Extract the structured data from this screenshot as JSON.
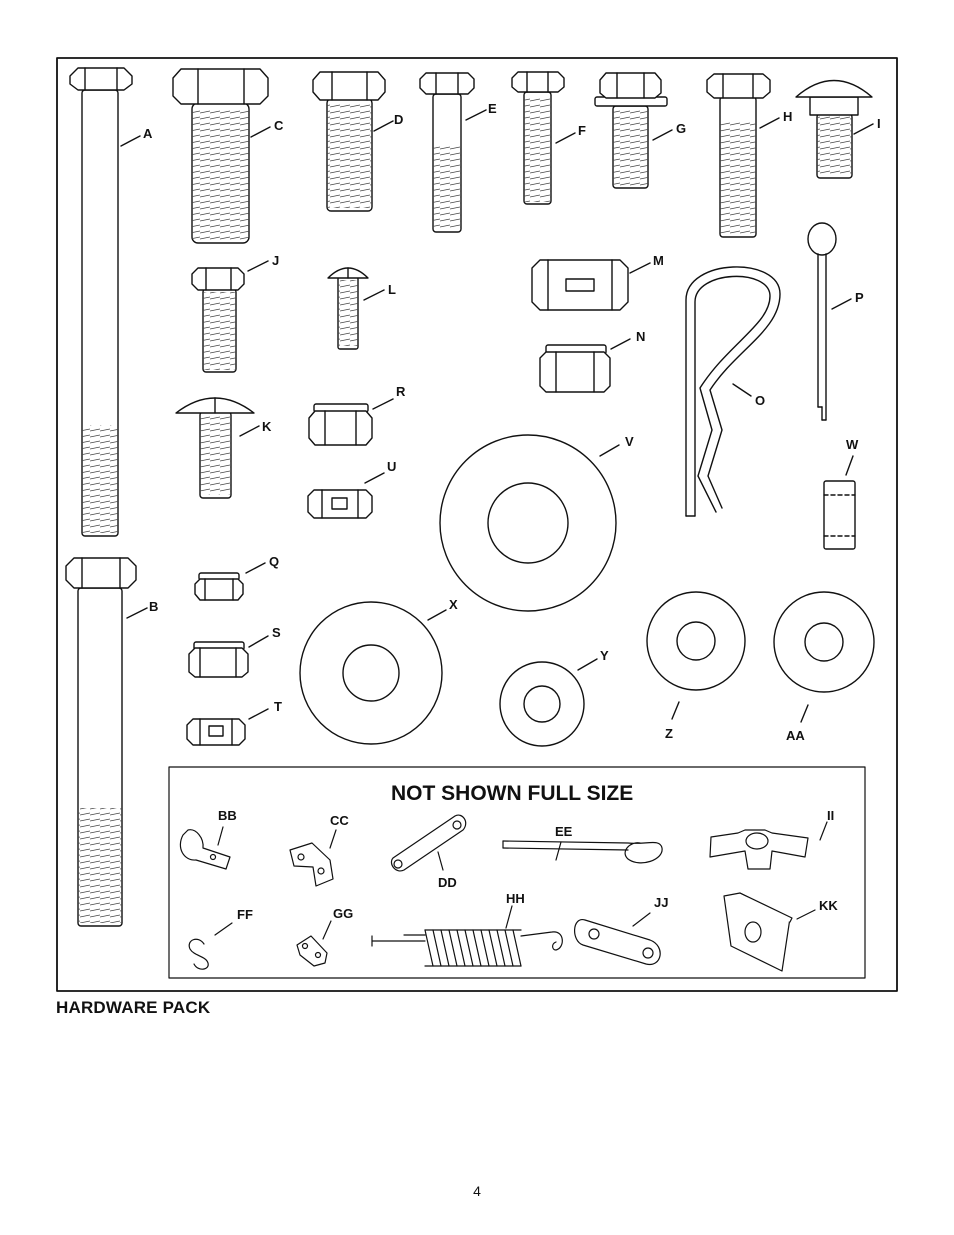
{
  "caption": "HARDWARE PACK",
  "page_number": "4",
  "inset_title": "NOT SHOWN FULL SIZE",
  "part_labels": {
    "A": "A",
    "B": "B",
    "C": "C",
    "D": "D",
    "E": "E",
    "F": "F",
    "G": "G",
    "H": "H",
    "I": "I",
    "J": "J",
    "K": "K",
    "L": "L",
    "M": "M",
    "N": "N",
    "O": "O",
    "P": "P",
    "Q": "Q",
    "R": "R",
    "S": "S",
    "T": "T",
    "U": "U",
    "V": "V",
    "W": "W",
    "X": "X",
    "Y": "Y",
    "Z": "Z",
    "AA": "AA",
    "BB": "BB",
    "CC": "CC",
    "DD": "DD",
    "EE": "EE",
    "FF": "FF",
    "GG": "GG",
    "HH": "HH",
    "II": "II",
    "JJ": "JJ",
    "KK": "KK"
  },
  "icons": {
    "bolts": "hex-bolt-icon",
    "nuts": "hex-nut-icon",
    "washers": "flat-washer-icon",
    "pins": "hairpin-cotter-icon",
    "spring": "extension-spring-icon"
  }
}
